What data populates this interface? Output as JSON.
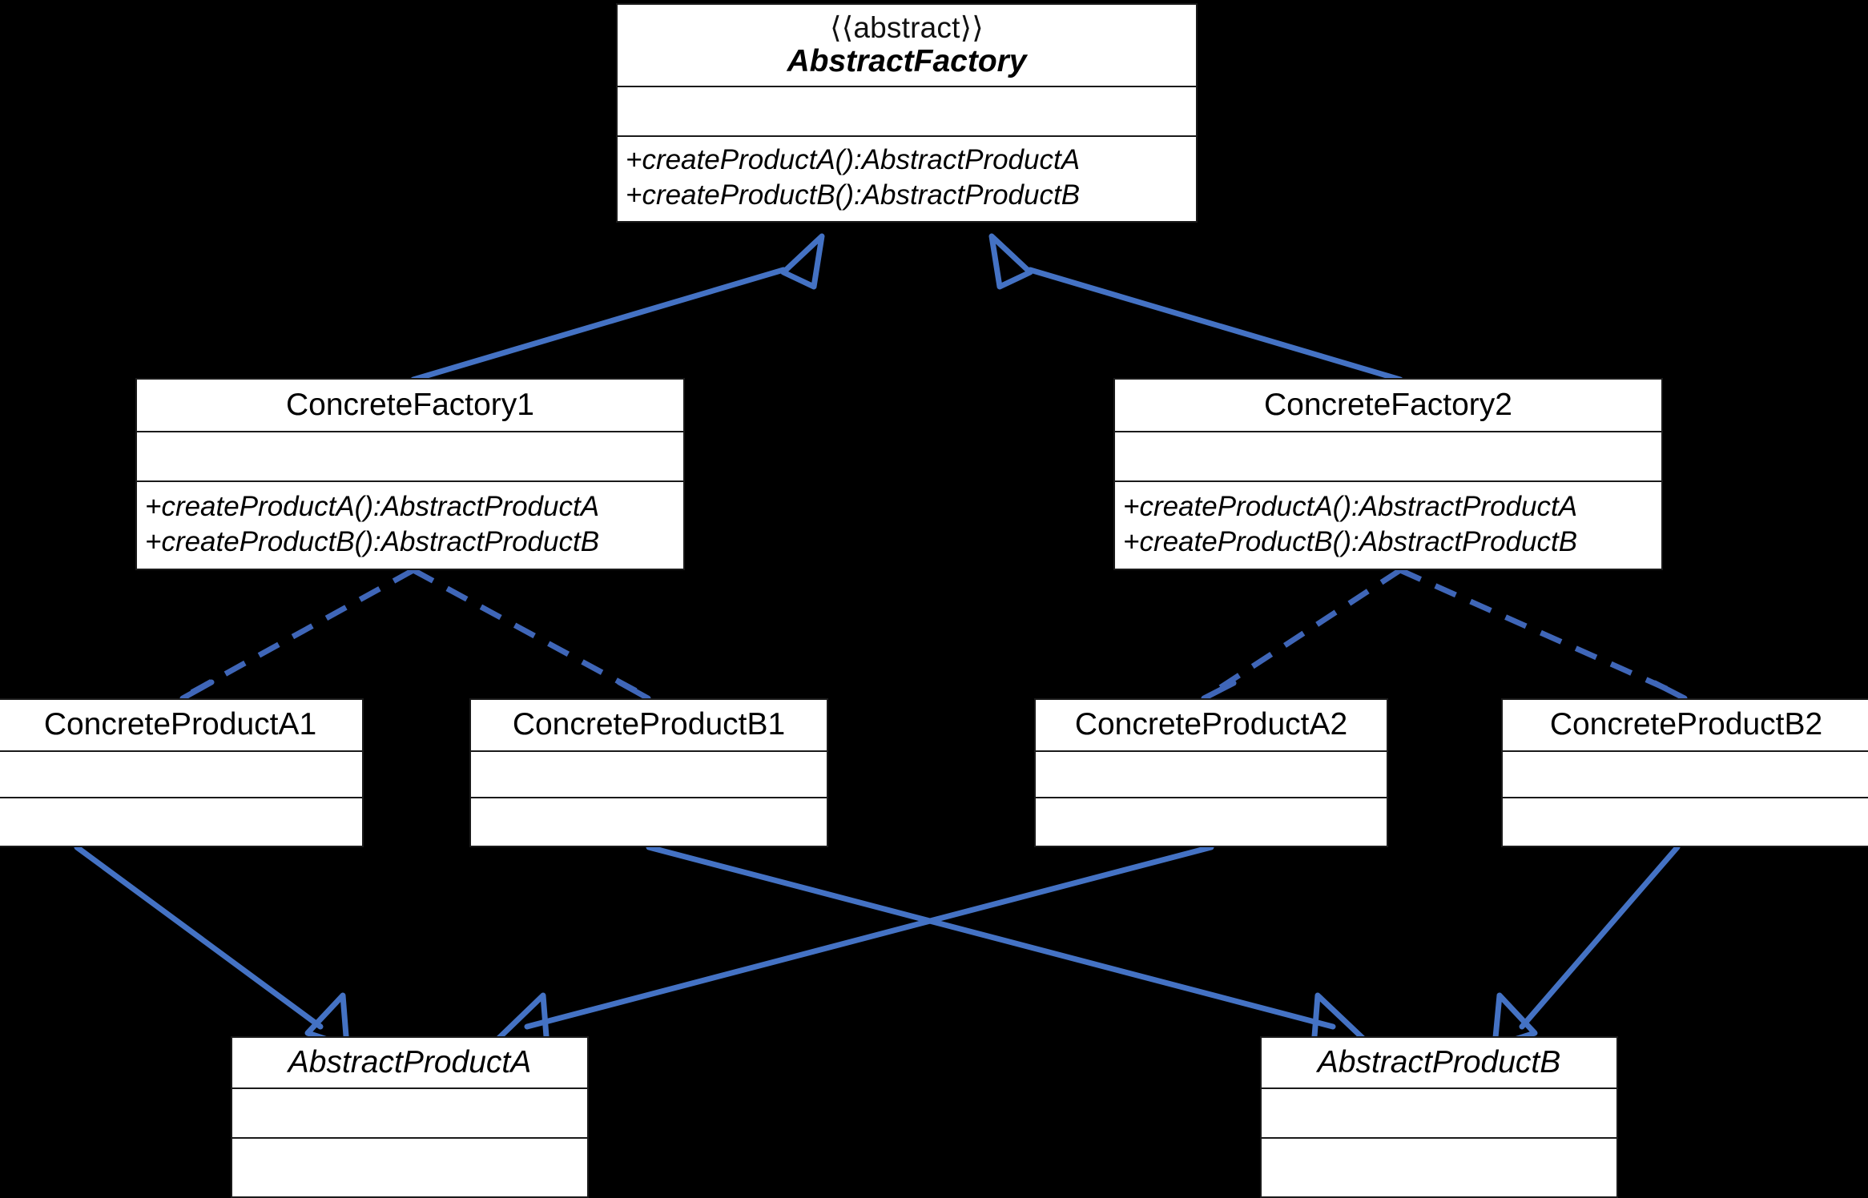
{
  "diagram": {
    "title": "Abstract Factory Pattern UML Class Diagram",
    "background_color": "#000000",
    "box_fill": "#ffffff",
    "box_border_color": "#1a1a1a",
    "relation_color": "#4472C4"
  },
  "classes": {
    "abstract_factory": {
      "stereotype": "⟨⟨abstract⟩⟩",
      "name": "AbstractFactory",
      "attributes": [],
      "operations": [
        "+createProductA():AbstractProductA",
        "+createProductB():AbstractProductB"
      ]
    },
    "concrete_factory_1": {
      "name": "ConcreteFactory1",
      "attributes": [],
      "operations": [
        "+createProductA():AbstractProductA",
        "+createProductB():AbstractProductB"
      ]
    },
    "concrete_factory_2": {
      "name": "ConcreteFactory2",
      "attributes": [],
      "operations": [
        "+createProductA():AbstractProductA",
        "+createProductB():AbstractProductB"
      ]
    },
    "concrete_product_a1": {
      "name": "ConcreteProductA1",
      "attributes": [],
      "operations": []
    },
    "concrete_product_b1": {
      "name": "ConcreteProductB1",
      "attributes": [],
      "operations": []
    },
    "concrete_product_a2": {
      "name": "ConcreteProductA2",
      "attributes": [],
      "operations": []
    },
    "concrete_product_b2": {
      "name": "ConcreteProductB2",
      "attributes": [],
      "operations": []
    },
    "abstract_product_a": {
      "name": "AbstractProductA",
      "attributes": [],
      "operations": []
    },
    "abstract_product_b": {
      "name": "AbstractProductB",
      "attributes": [],
      "operations": []
    }
  },
  "relations": [
    {
      "id": "gen-cf1-af",
      "type": "generalization",
      "from": "ConcreteFactory1",
      "to": "AbstractFactory",
      "style": "solid",
      "arrowhead": "hollow-triangle"
    },
    {
      "id": "gen-cf2-af",
      "type": "generalization",
      "from": "ConcreteFactory2",
      "to": "AbstractFactory",
      "style": "solid",
      "arrowhead": "hollow-triangle"
    },
    {
      "id": "dep-cf1-pa1",
      "type": "dependency",
      "from": "ConcreteFactory1",
      "to": "ConcreteProductA1",
      "style": "dashed",
      "arrowhead": "open-arrow"
    },
    {
      "id": "dep-cf1-pb1",
      "type": "dependency",
      "from": "ConcreteFactory1",
      "to": "ConcreteProductB1",
      "style": "dashed",
      "arrowhead": "open-arrow"
    },
    {
      "id": "dep-cf2-pa2",
      "type": "dependency",
      "from": "ConcreteFactory2",
      "to": "ConcreteProductA2",
      "style": "dashed",
      "arrowhead": "open-arrow"
    },
    {
      "id": "dep-cf2-pb2",
      "type": "dependency",
      "from": "ConcreteFactory2",
      "to": "ConcreteProductB2",
      "style": "dashed",
      "arrowhead": "open-arrow"
    },
    {
      "id": "gen-pa1-apa",
      "type": "generalization",
      "from": "ConcreteProductA1",
      "to": "AbstractProductA",
      "style": "solid",
      "arrowhead": "hollow-triangle"
    },
    {
      "id": "gen-pa2-apa",
      "type": "generalization",
      "from": "ConcreteProductA2",
      "to": "AbstractProductA",
      "style": "solid",
      "arrowhead": "hollow-triangle"
    },
    {
      "id": "gen-pb1-apb",
      "type": "generalization",
      "from": "ConcreteProductB1",
      "to": "AbstractProductB",
      "style": "solid",
      "arrowhead": "hollow-triangle"
    },
    {
      "id": "gen-pb2-apb",
      "type": "generalization",
      "from": "ConcreteProductB2",
      "to": "AbstractProductB",
      "style": "solid",
      "arrowhead": "hollow-triangle"
    }
  ]
}
